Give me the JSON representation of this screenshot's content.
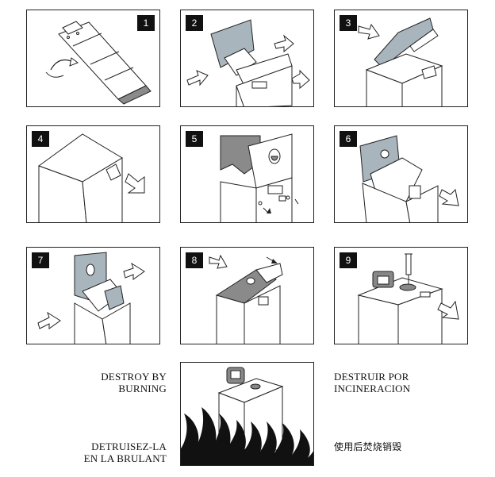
{
  "steps": [
    {
      "number": "1"
    },
    {
      "number": "2"
    },
    {
      "number": "3"
    },
    {
      "number": "4"
    },
    {
      "number": "5"
    },
    {
      "number": "6"
    },
    {
      "number": "7"
    },
    {
      "number": "8"
    },
    {
      "number": "9"
    }
  ],
  "captions": {
    "english_line1": "DESTROY BY",
    "english_line2": "BURNING",
    "french_line1": "DETRUISEZ-LA",
    "french_line2": "EN LA BRULANT",
    "spanish_line1": "DESTRUIR POR",
    "spanish_line2": "INCINERACION",
    "chinese": "使用后焚烧销毁"
  },
  "colors": {
    "flap_fill": "#a9b5bd",
    "dark_flap": "#8a8a8a",
    "flame": "#111111",
    "outline": "#222222"
  }
}
